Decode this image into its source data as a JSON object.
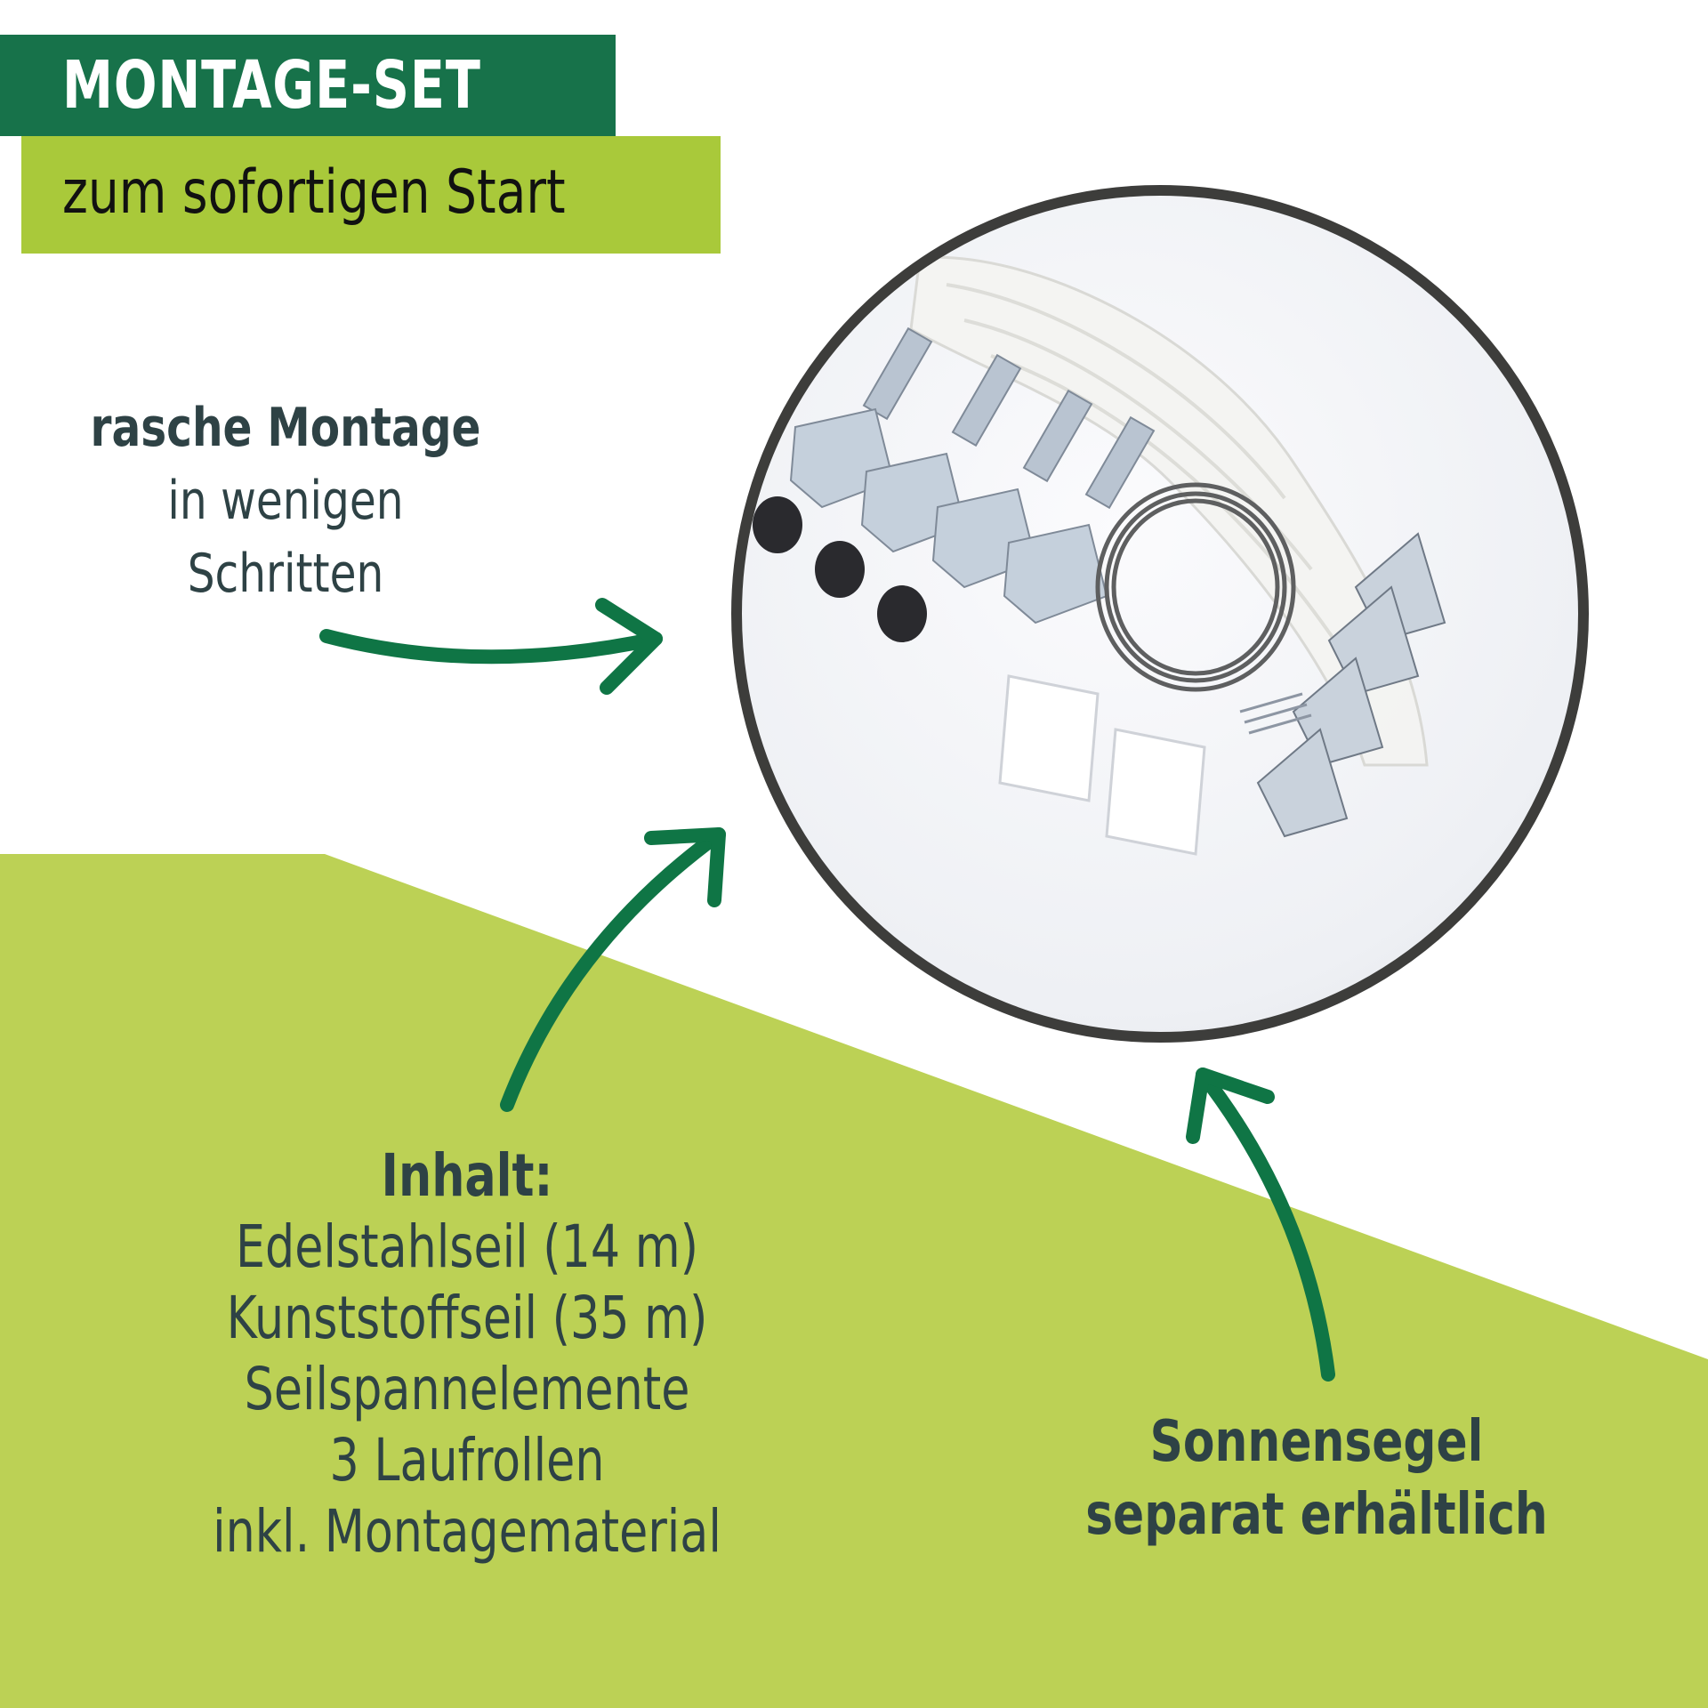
{
  "header": {
    "title": "MONTAGE-SET",
    "subtitle": "zum sofortigen Start"
  },
  "feature_quick": {
    "line1": "rasche Montage",
    "line2": "in wenigen",
    "line3": "Schritten"
  },
  "contents": {
    "heading": "Inhalt:",
    "items": [
      "Edelstahlseil (14 m)",
      "Kunststoffseil (35 m)",
      "Seilspannelemente",
      "3 Laufrollen",
      "inkl. Montagematerial"
    ]
  },
  "note": {
    "line1": "Sonnensegel",
    "line2": "separat erhältlich"
  },
  "photo": {
    "subject": "mounting-kit-product-photo"
  },
  "colors": {
    "dark_green": "#17724a",
    "lime_banner": "#a9c93a",
    "lime_background": "#bcd155",
    "arrow_green": "#0f7545",
    "text_dark": "#2e4245",
    "circle_border": "#3d3d3b"
  }
}
